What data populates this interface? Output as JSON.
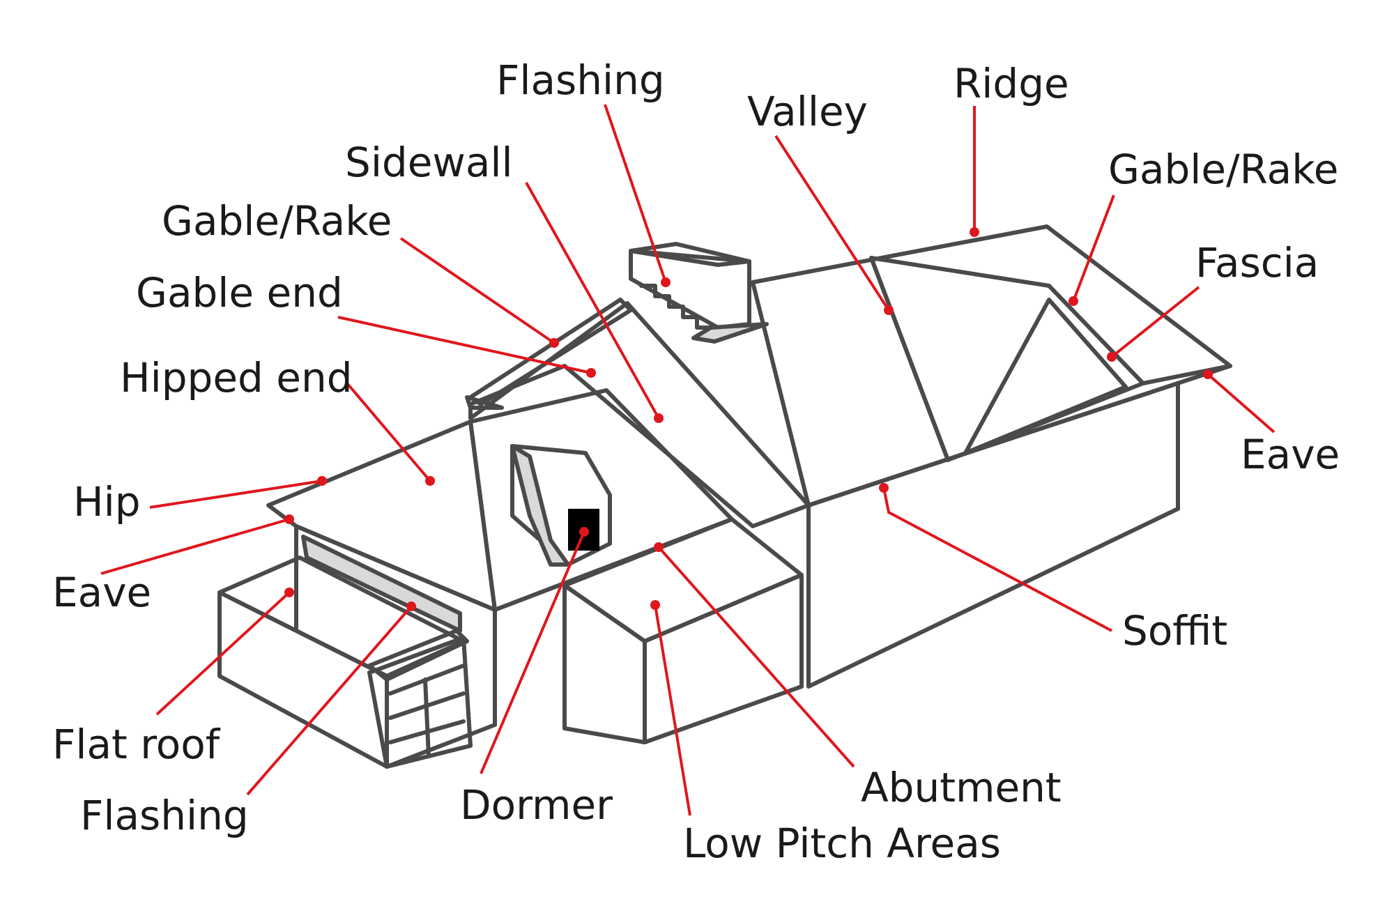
{
  "colors": {
    "accent": "#e0161d",
    "outline": "#4a4a4a",
    "text": "#1a1a1a",
    "background": "#ffffff"
  },
  "labels": {
    "flashing_top": "Flashing",
    "valley": "Valley",
    "ridge": "Ridge",
    "sidewall": "Sidewall",
    "gable_rake_right": "Gable/Rake",
    "gable_rake_left": "Gable/Rake",
    "fascia": "Fascia",
    "gable_end": "Gable end",
    "hipped_end": "Hipped end",
    "eave_right": "Eave",
    "hip": "Hip",
    "eave_left": "Eave",
    "soffit": "Soffit",
    "flat_roof": "Flat roof",
    "abutment": "Abutment",
    "dormer": "Dormer",
    "flashing_bottom": "Flashing",
    "low_pitch_areas": "Low Pitch Areas"
  }
}
